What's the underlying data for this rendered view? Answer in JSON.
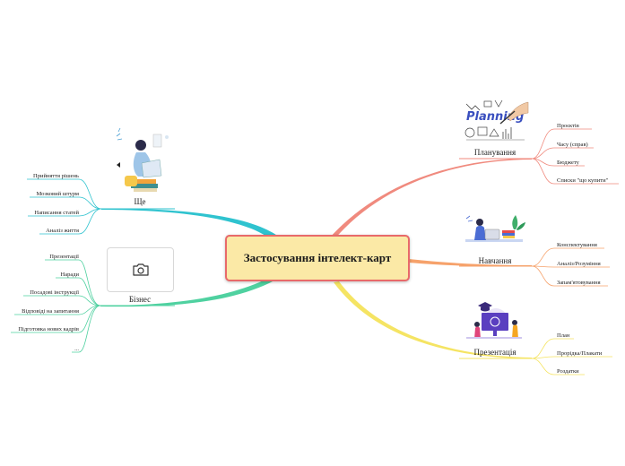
{
  "center": {
    "title": "Застосування інтелект-карт"
  },
  "branches": {
    "planning": {
      "label": "Планування",
      "color": "#f08a7e",
      "image": "planning-sketch-illustration",
      "leaves": [
        "Проєктів",
        "Часу (справ)",
        "Бюджету",
        "Списки \"що купити\""
      ]
    },
    "learning": {
      "label": "Навчання",
      "color": "#f6a26b",
      "image": "person-at-laptop-illustration",
      "leaves": [
        "Конспектування",
        "Аналіз/Розуміння",
        "Запам'ятовування"
      ]
    },
    "presentation": {
      "label": "Презентація",
      "color": "#f5e463",
      "image": "graduation-presentation-illustration",
      "leaves": [
        "План",
        "Прорідка/Плакати",
        "Роздатки"
      ]
    },
    "more": {
      "label": "Ще",
      "color": "#2fc3cf",
      "image": "girl-reading-illustration",
      "leaves": [
        "Прийняття рішень",
        "Мозковий штурм",
        "Написання статей",
        "Аналіз життя"
      ]
    },
    "business": {
      "label": "Бізнес",
      "color": "#4fd1a0",
      "image": "camera-icon",
      "leaves": [
        "Презентації",
        "Наради",
        "Посадові інструкції",
        "Відповіді на запитання",
        "Підготовка нових кадрів",
        "..."
      ]
    }
  }
}
